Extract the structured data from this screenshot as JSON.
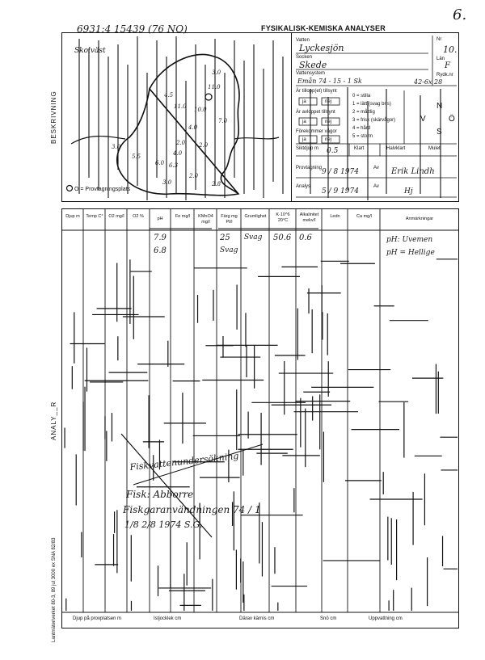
{
  "page_number": "6.",
  "header": {
    "ref_number": "6931:4 15439 (76 NO)",
    "title": "FYSIKALISK-KEMISKA ANALYSER"
  },
  "side_labels": {
    "description": "BESKRIVNING",
    "analysis": "ANALY__R",
    "printer": "Lantmäteriverket 80-3, 89 jul 3000 ex   SNA 82/83"
  },
  "map": {
    "lake_label": "Skolväst",
    "depths": [
      "3.0",
      "11.0",
      "4.5",
      "11.0",
      "10.0",
      "7.0",
      "4.0",
      "2.0",
      "3.0",
      "5.5",
      "4.0",
      "6.0",
      "2.0",
      "6.3",
      "2.0",
      "2.8",
      "3.0"
    ],
    "legend": "O = Provtagningsplats"
  },
  "info": {
    "lake_label": "Vatten",
    "lake_value": "Lyckesjön",
    "nr_label": "Nr",
    "nr_value": "10.",
    "parish_label": "Socken",
    "parish_value": "Skede",
    "lan_label": "Län",
    "lan_value": "F",
    "system_label": "Vattensystem",
    "system_value": "Emån 74 - 15 - 1 Sk",
    "grid_label": "Rydk.nr",
    "grid_value": "42-6x 28",
    "inflow_label": "Är tillopp(et) tillsynt",
    "outflow_label": "Är avloppet tillsynt",
    "ja": "ja",
    "nej": "nej",
    "wind_opts": [
      "0 = stilla",
      "1 = lätt (svag bris)",
      "2 = måttlig",
      "3 = frisk (skärvågor)",
      "4 = hård",
      "5 = storm"
    ],
    "compass": [
      "N",
      "V",
      "Ö",
      "S"
    ],
    "surface_label": "Förekommer vågor",
    "depth_label": "Siktdjup m",
    "depth_value": "0.5",
    "sky_opts": [
      "Klart",
      "Halvklart",
      "Mulet"
    ],
    "sampled_label": "Provtagning",
    "sampled_value": "9 / 8 1974",
    "by_label": "Av",
    "by_value": "Erik Lindh",
    "analyzed_label": "Analys",
    "analyzed_value": "5 / 9 1974",
    "analyzed_by_label": "Av",
    "analyzed_by_value": "Hj"
  },
  "table": {
    "headers": [
      "Djup m",
      "Temp C°",
      "O2 mg/l",
      "O2 %",
      "pH",
      "Fe mg/l",
      "KMnO4 mg/l",
      "Färg mg Pt/l",
      "Grumlighet",
      "K·10^6 20°C",
      "Alkalinitet mekv/l",
      "Ledn",
      "Ca mg/l",
      "Anmärkningar"
    ],
    "rows": [
      {
        "djup": "",
        "ph": "7.9",
        "farg": "25",
        "grum": "Svag",
        "k": "50.6",
        "alk": "0.6",
        "note": "pH: Uvemen"
      },
      {
        "djup": "",
        "ph": "6.8",
        "farg": "Svag",
        "grum": "",
        "k": "",
        "alk": "",
        "note": "pH = Hellige"
      }
    ]
  },
  "annotations": {
    "line1": "Fiskvattenundersökning",
    "line2": "Fisk: Abborre",
    "line3": "Fiskgaranvändningen 74 / 1",
    "line4": "1/8 2/8 1974  S.G."
  },
  "footer": {
    "labels": [
      "Djup på provplatsen m",
      "Istjocklek cm",
      "Därav kärnis cm",
      "Snö cm",
      "Uppvattning cm"
    ]
  }
}
